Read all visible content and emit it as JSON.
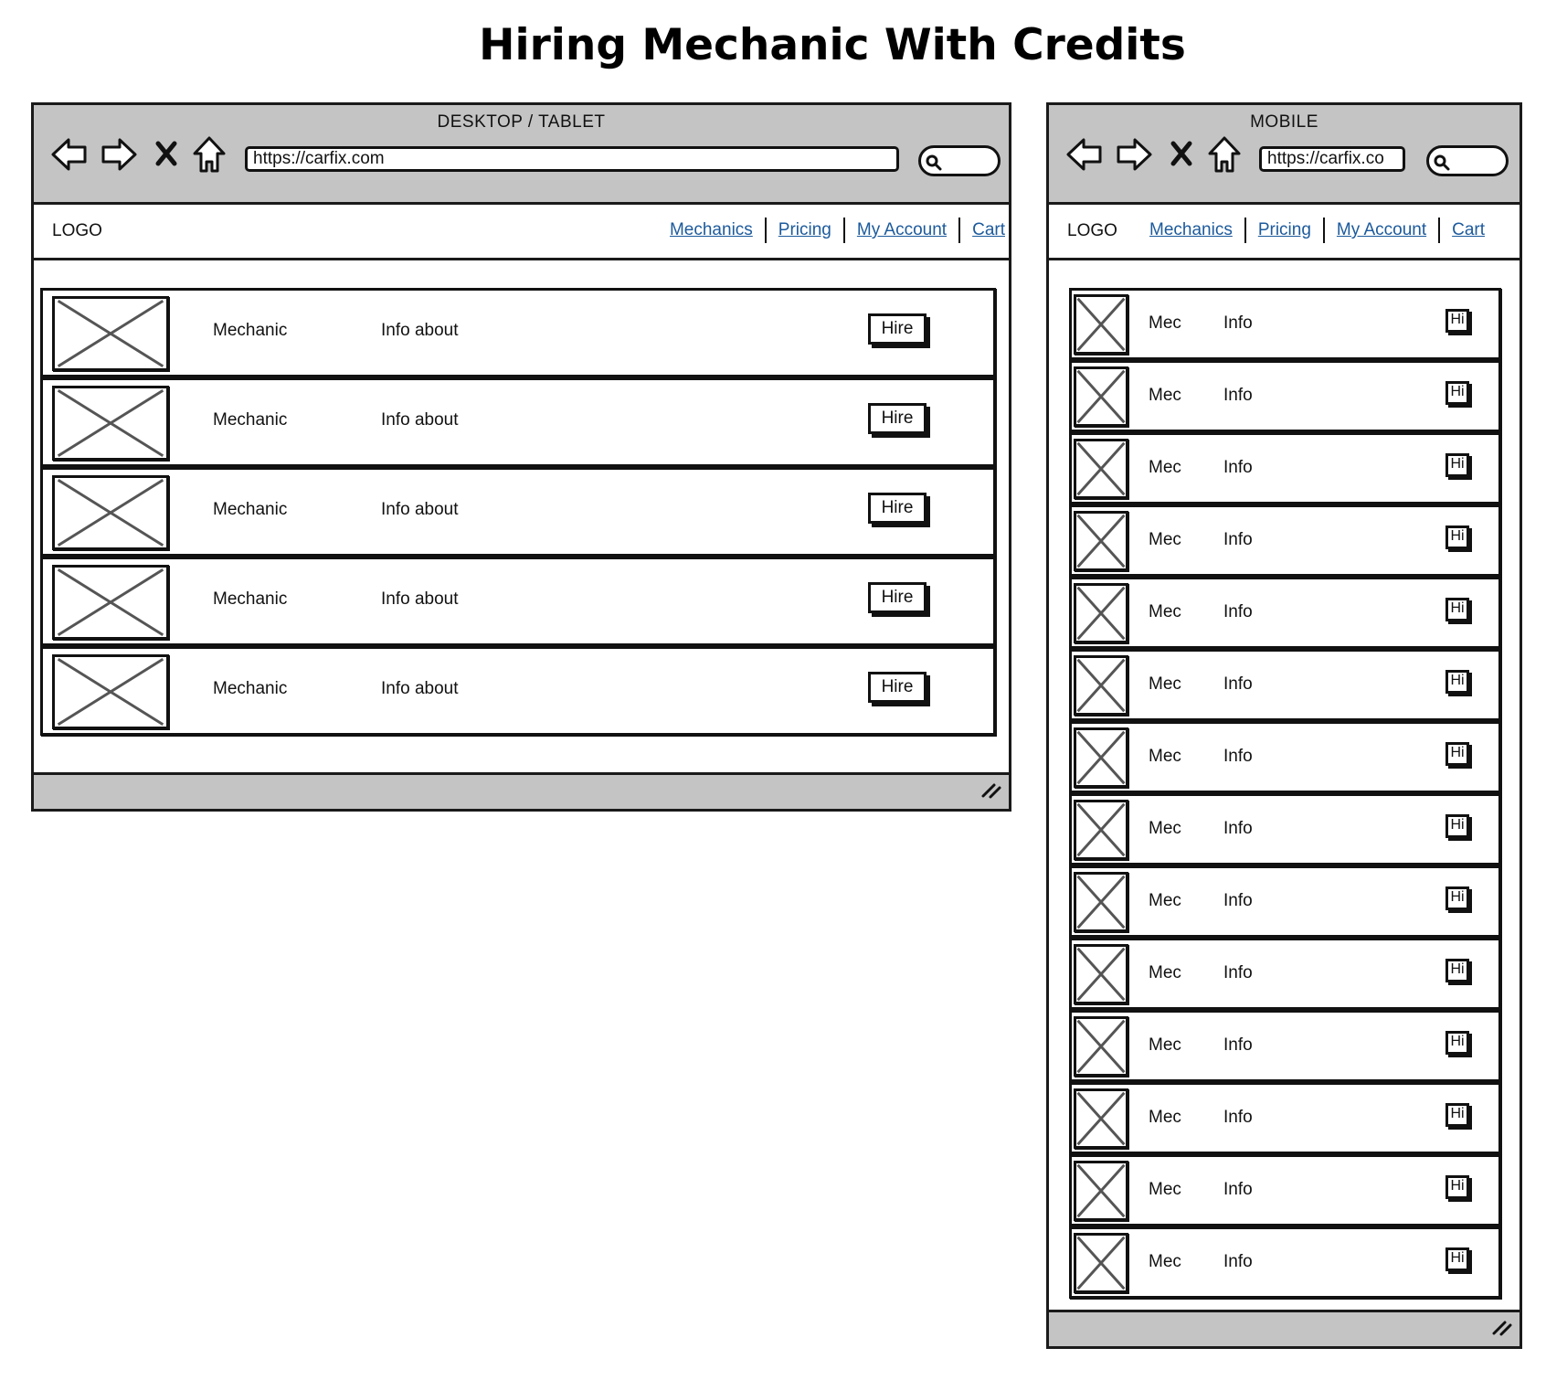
{
  "title": "Hiring Mechanic With Credits",
  "desktop": {
    "window_label": "DESKTOP / TABLET",
    "url": "https://carfix.com",
    "logo": "LOGO",
    "nav": [
      "Mechanics",
      "Pricing",
      "My Account",
      "Cart"
    ],
    "rows": [
      {
        "name": "Mechanic",
        "info": "Info about",
        "button": "Hire"
      },
      {
        "name": "Mechanic",
        "info": "Info about",
        "button": "Hire"
      },
      {
        "name": "Mechanic",
        "info": "Info about",
        "button": "Hire"
      },
      {
        "name": "Mechanic",
        "info": "Info about",
        "button": "Hire"
      },
      {
        "name": "Mechanic",
        "info": "Info about",
        "button": "Hire"
      }
    ]
  },
  "mobile": {
    "window_label": "MOBILE",
    "url": "https://carfix.co",
    "logo": "LOGO",
    "nav": [
      "Mechanics",
      "Pricing",
      "My Account",
      "Cart"
    ],
    "rows": [
      {
        "name": "Mec",
        "info": "Info",
        "button": "Hi"
      },
      {
        "name": "Mec",
        "info": "Info",
        "button": "Hi"
      },
      {
        "name": "Mec",
        "info": "Info",
        "button": "Hi"
      },
      {
        "name": "Mec",
        "info": "Info",
        "button": "Hi"
      },
      {
        "name": "Mec",
        "info": "Info",
        "button": "Hi"
      },
      {
        "name": "Mec",
        "info": "Info",
        "button": "Hi"
      },
      {
        "name": "Mec",
        "info": "Info",
        "button": "Hi"
      },
      {
        "name": "Mec",
        "info": "Info",
        "button": "Hi"
      },
      {
        "name": "Mec",
        "info": "Info",
        "button": "Hi"
      },
      {
        "name": "Mec",
        "info": "Info",
        "button": "Hi"
      },
      {
        "name": "Mec",
        "info": "Info",
        "button": "Hi"
      },
      {
        "name": "Mec",
        "info": "Info",
        "button": "Hi"
      },
      {
        "name": "Mec",
        "info": "Info",
        "button": "Hi"
      },
      {
        "name": "Mec",
        "info": "Info",
        "button": "Hi"
      }
    ]
  },
  "icons": {
    "back": "back-arrow-icon",
    "forward": "forward-arrow-icon",
    "stop": "close-icon",
    "home": "home-icon",
    "search": "search-icon",
    "placeholder_image": "image-placeholder-icon",
    "resize": "resize-grip-icon"
  },
  "colors": {
    "chrome": "#c4c4c4",
    "link": "#1c5a9c",
    "border": "#111111"
  }
}
